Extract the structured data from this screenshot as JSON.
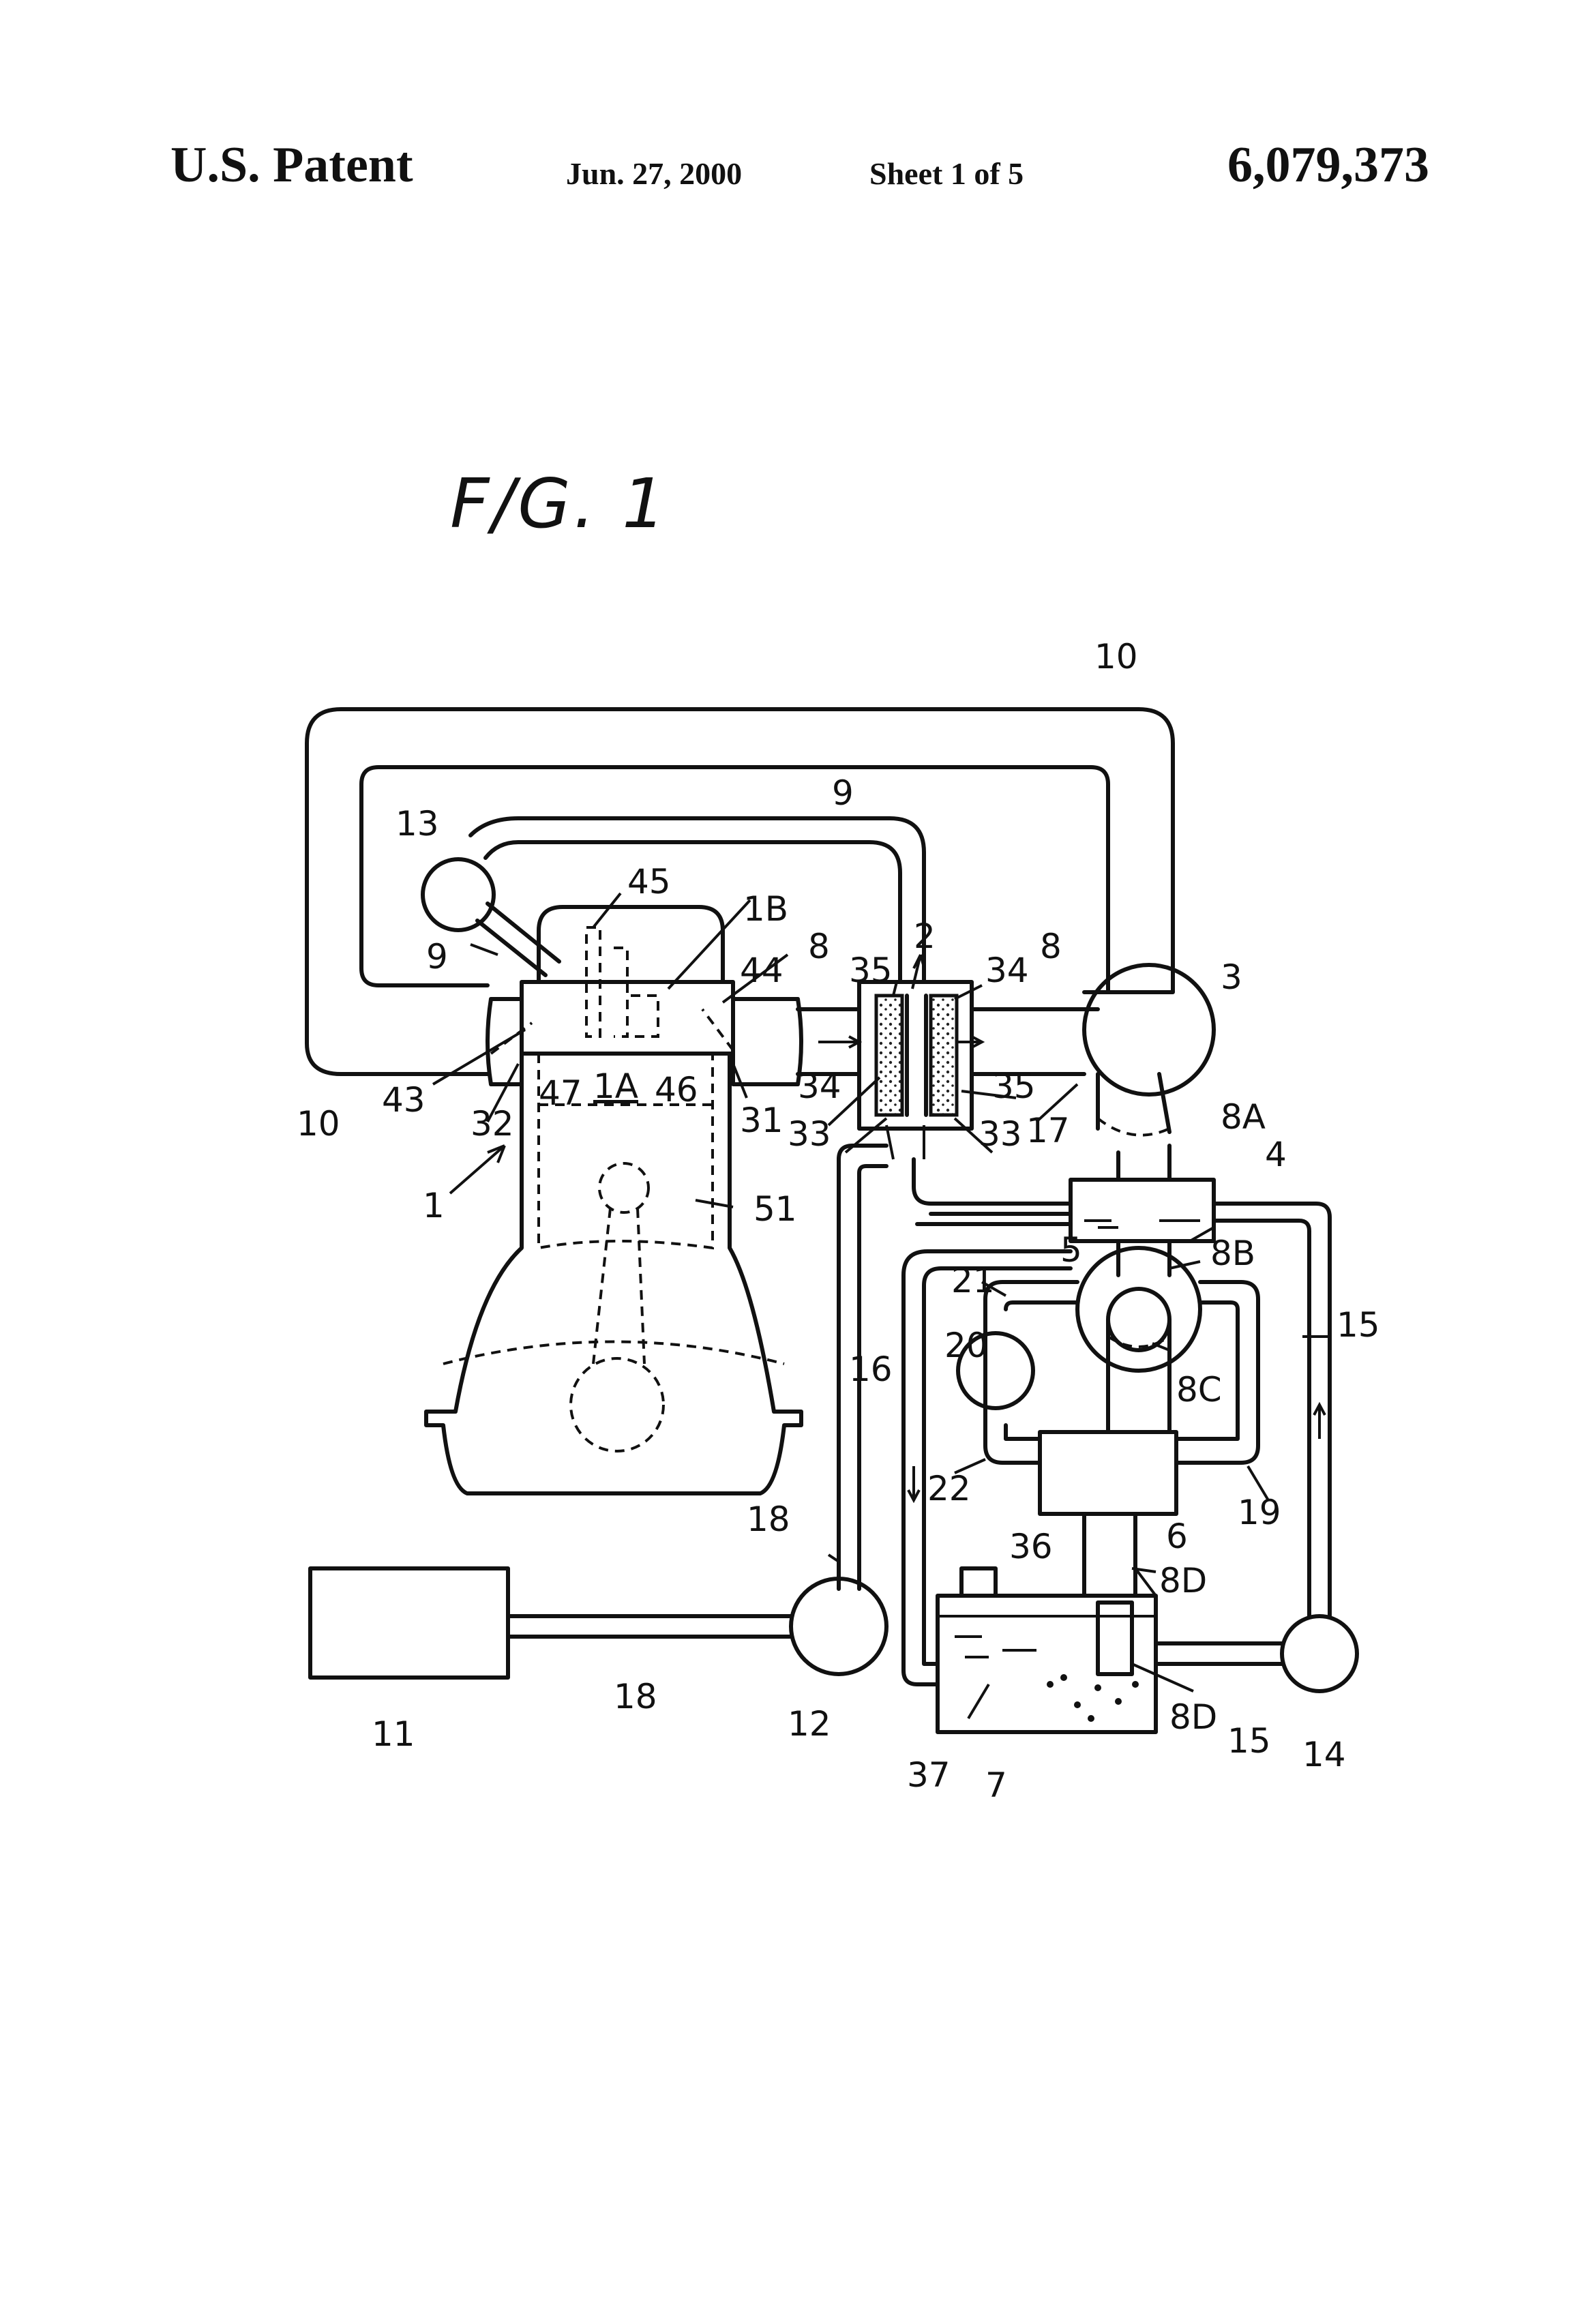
{
  "header": {
    "left": "U.S. Patent",
    "date": "Jun. 27, 2000",
    "sheet": "Sheet 1 of 5",
    "number": "6,079,373"
  },
  "figure": {
    "title": "F/G. 1"
  },
  "labels": {
    "l1": "1",
    "l1A": "1A",
    "l1B": "1B",
    "l2": "2",
    "l3": "3",
    "l4": "4",
    "l5": "5",
    "l6": "6",
    "l7": "7",
    "l8a": "8",
    "l8b": "8",
    "l8A": "8A",
    "l8B": "8B",
    "l8C": "8C",
    "l8D1": "8D",
    "l8D2": "8D",
    "l9a": "9",
    "l9b": "9",
    "l10a": "10",
    "l10b": "10",
    "l11": "11",
    "l12": "12",
    "l13": "13",
    "l14": "14",
    "l15a": "15",
    "l15b": "15",
    "l16": "16",
    "l17": "17",
    "l18a": "18",
    "l18b": "18",
    "l19": "19",
    "l20": "20",
    "l21": "21",
    "l22": "22",
    "l31": "31",
    "l32": "32",
    "l33a": "33",
    "l33b": "33",
    "l34a": "34",
    "l34b": "34",
    "l35a": "35",
    "l35b": "35",
    "l36": "36",
    "l37": "37",
    "l43": "43",
    "l44": "44",
    "l45": "45",
    "l46": "46",
    "l47": "47",
    "l51": "51"
  }
}
